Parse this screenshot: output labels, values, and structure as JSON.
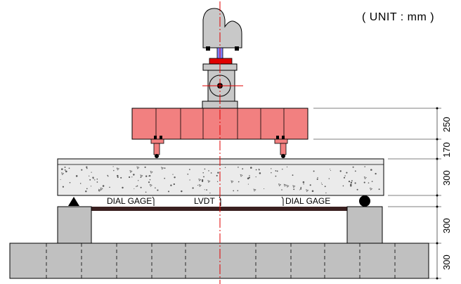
{
  "unit_label": "( UNIT : mm )",
  "dimensions": [
    "250",
    "170",
    "300",
    "300",
    "300"
  ],
  "annotations": {
    "dial_gage_left": "DIAL GAGE",
    "lvdt": "LVDT",
    "dial_gage_right": "DIAL GAGE"
  },
  "colors": {
    "loading_beam": "#f28080",
    "actuator": "#c8c8c8",
    "concrete": "#ebebeb",
    "support": "#c0c0c0",
    "base": "#c0c0c0",
    "center_line": "#e00000",
    "plate_red": "#e00000",
    "rod_blue": "#8080ff",
    "steel_bar": "#3a2020"
  }
}
